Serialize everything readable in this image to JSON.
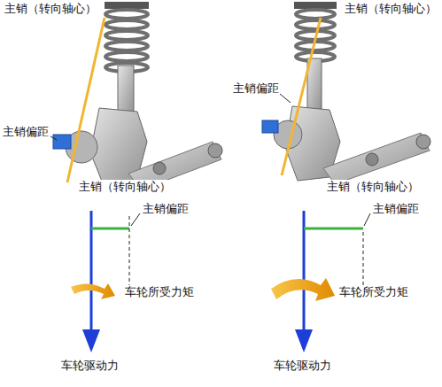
{
  "diagram": {
    "labels": [
      "主销（转向轴心）",
      "主销（转向轴心）",
      "主销偏距",
      "主销偏距",
      "主销（转向轴心）",
      "主销（转向轴心）",
      "主销偏距",
      "主销偏距",
      "车轮所受力矩",
      "车轮所受力矩",
      "车轮驱动力",
      "车轮驱动力"
    ]
  }
}
